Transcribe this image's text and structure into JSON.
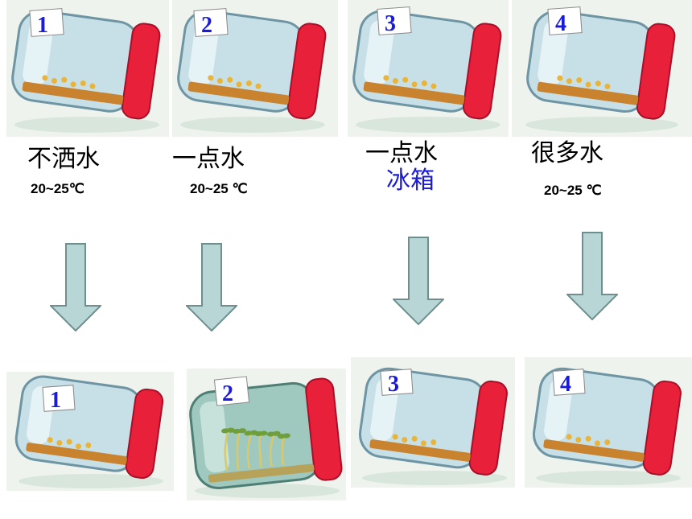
{
  "top_jars": [
    {
      "number": "1",
      "state": "dry-seeds"
    },
    {
      "number": "2",
      "state": "dry-seeds"
    },
    {
      "number": "3",
      "state": "dry-seeds"
    },
    {
      "number": "4",
      "state": "dry-seeds"
    }
  ],
  "conditions": [
    {
      "water": "不洒水",
      "place": "",
      "temperature": "20~25℃"
    },
    {
      "water": "一点水",
      "place": "",
      "temperature": "20~25 ℃"
    },
    {
      "water": "一点水",
      "place": "冰箱",
      "temperature": ""
    },
    {
      "water": "很多水",
      "place": "",
      "temperature": "20~25 ℃"
    }
  ],
  "bottom_jars": [
    {
      "number": "1",
      "state": "dry-seeds"
    },
    {
      "number": "2",
      "state": "sprouted"
    },
    {
      "number": "3",
      "state": "dry-seeds"
    },
    {
      "number": "4",
      "state": "dry-seeds"
    }
  ],
  "colors": {
    "arrow_fill": "#b9d6d6",
    "arrow_stroke": "#6f8f8f",
    "lid": "#e8203a",
    "label_blue": "#1a1adb"
  },
  "icons": [
    "jar-icon",
    "down-arrow-icon",
    "sprout-icon"
  ]
}
